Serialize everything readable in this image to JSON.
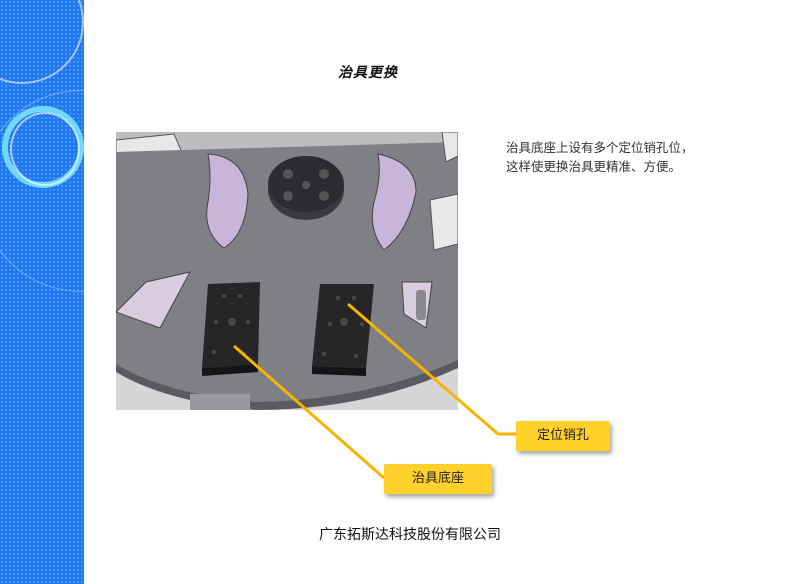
{
  "slide": {
    "title": "治具更换",
    "description_line1": "治具底座上设有多个定位销孔位，",
    "description_line2": "这样使更换治具更精准、方便。",
    "callouts": {
      "pin_hole": "定位销孔",
      "fixture_base": "治具底座"
    },
    "footer": "广东拓斯达科技股份有限公司"
  },
  "colors": {
    "accent_yellow": "#ffd12a",
    "band_blue": "#1e78f0",
    "plate_gray": "#7f7f86",
    "block_black": "#2a2a2a",
    "slot_purple": "#c9b5d8"
  }
}
